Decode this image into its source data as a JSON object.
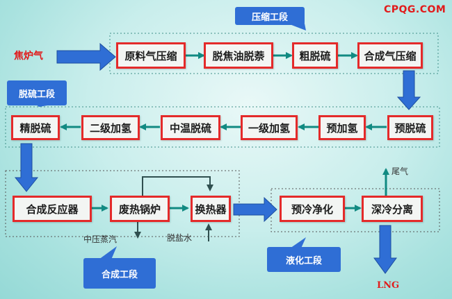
{
  "brand": "CPQG.COM",
  "input_label": "焦炉气",
  "output_label": "LNG",
  "sections": {
    "compression": "压缩工段",
    "desulfurization": "脱硫工段",
    "synthesis": "合成工段",
    "liquefaction": "液化工段"
  },
  "nodes": {
    "feed_compression": "原料气压缩",
    "tar_naphthalene_removal": "脱焦油脱萘",
    "crude_desulfurization": "粗脱硫",
    "syngas_compression": "合成气压缩",
    "pre_desulfurization": "预脱硫",
    "pre_hydrogenation": "预加氢",
    "primary_hydrogenation": "一级加氢",
    "medium_temp_desulfurization": "中温脱硫",
    "secondary_hydrogenation": "二级加氢",
    "fine_desulfurization": "精脱硫",
    "synthesis_reactor": "合成反应器",
    "waste_heat_boiler": "废热锅炉",
    "heat_exchanger": "换热器",
    "precooling_purification": "预冷净化",
    "cryogenic_separation": "深冷分离"
  },
  "streams": {
    "mp_steam": "中压蒸汽",
    "desalted_water": "脱盐水",
    "tail_gas": "尾气"
  },
  "colors": {
    "node_border": "#e42a2a",
    "node_fill": "#f3f5f3",
    "teal_arrow": "#118a82",
    "blue_arrow": "#2f6ed5",
    "callout": "#2f6ed5",
    "label_red": "#e11b1b"
  }
}
